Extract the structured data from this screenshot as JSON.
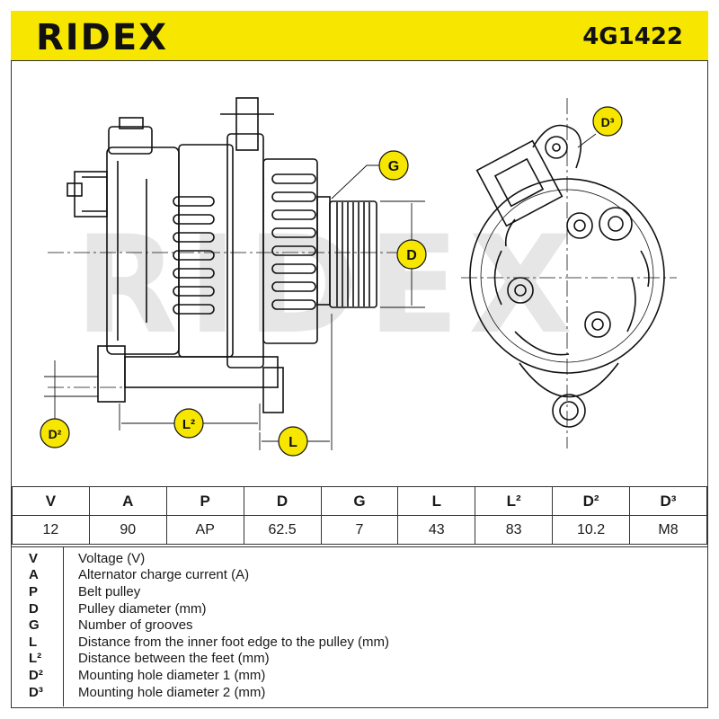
{
  "header": {
    "brand": "RIDEX",
    "part_number": "4G1422",
    "background_color": "#f7e600"
  },
  "drawing": {
    "watermark": "RIDEX",
    "callouts": {
      "g": "G",
      "d": "D",
      "d2": "D²",
      "l": "L",
      "l2": "L²",
      "d3": "D³"
    }
  },
  "spec_table": {
    "headers": [
      "V",
      "A",
      "P",
      "D",
      "G",
      "L",
      "L²",
      "D²",
      "D³"
    ],
    "values": [
      "12",
      "90",
      "AP",
      "62.5",
      "7",
      "43",
      "83",
      "10.2",
      "M8"
    ]
  },
  "legend": [
    {
      "key": "V",
      "desc": "Voltage (V)"
    },
    {
      "key": "A",
      "desc": "Alternator charge current (A)"
    },
    {
      "key": "P",
      "desc": "Belt pulley"
    },
    {
      "key": "D",
      "desc": "Pulley diameter (mm)"
    },
    {
      "key": "G",
      "desc": "Number of grooves"
    },
    {
      "key": "L",
      "desc": "Distance from the inner foot edge to the pulley (mm)"
    },
    {
      "key": "L²",
      "desc": "Distance between the feet (mm)"
    },
    {
      "key": "D²",
      "desc": "Mounting hole diameter 1 (mm)"
    },
    {
      "key": "D³",
      "desc": "Mounting hole diameter 2 (mm)"
    }
  ]
}
